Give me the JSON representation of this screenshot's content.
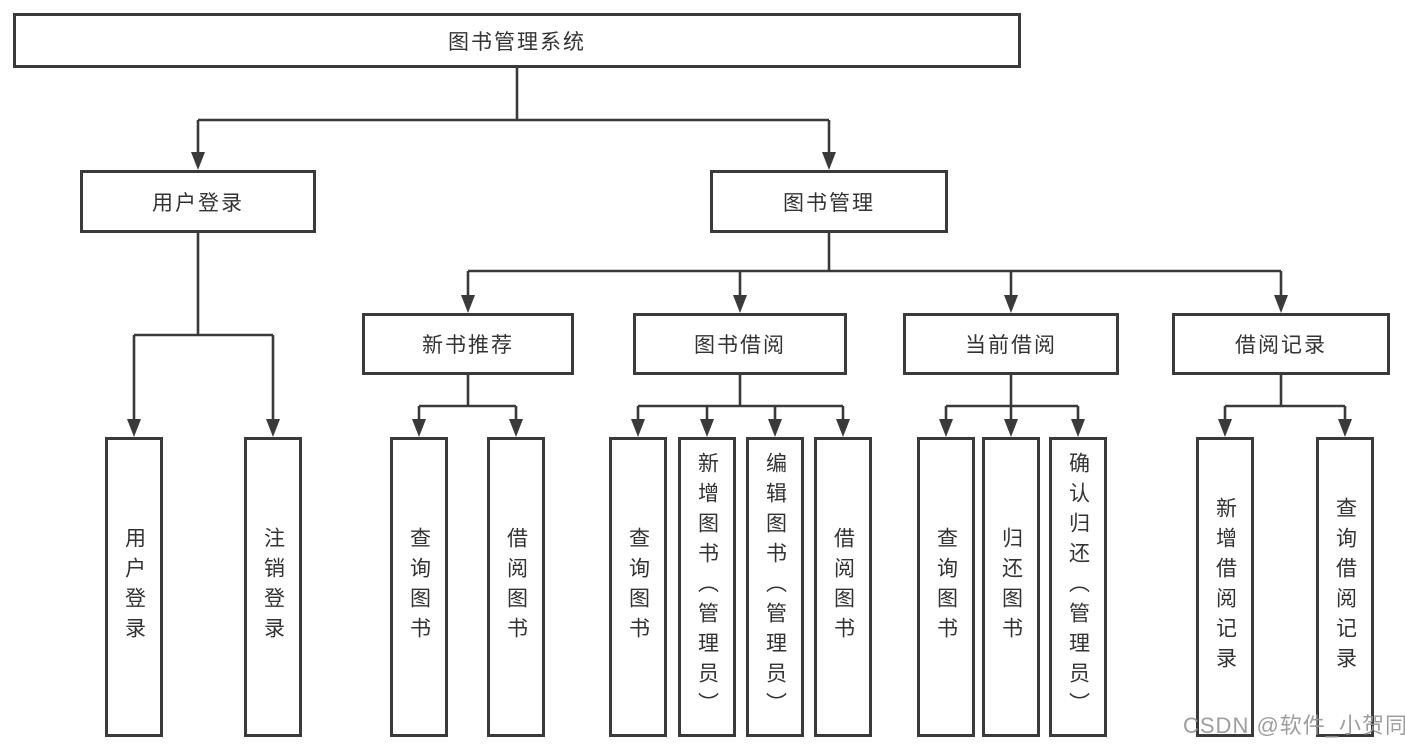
{
  "diagram": {
    "title": "图书管理系统",
    "tree": {
      "root": {
        "label": "图书管理系统",
        "children": [
          {
            "label": "用户登录",
            "children": [
              {
                "label": "用户登录"
              },
              {
                "label": "注销登录"
              }
            ]
          },
          {
            "label": "图书管理",
            "children": [
              {
                "label": "新书推荐",
                "children": [
                  {
                    "label": "查询图书"
                  },
                  {
                    "label": "借阅图书"
                  }
                ]
              },
              {
                "label": "图书借阅",
                "children": [
                  {
                    "label": "查询图书"
                  },
                  {
                    "label": "新增图书（管理员）"
                  },
                  {
                    "label": "编辑图书（管理员）"
                  },
                  {
                    "label": "借阅图书"
                  }
                ]
              },
              {
                "label": "当前借阅",
                "children": [
                  {
                    "label": "查询图书"
                  },
                  {
                    "label": "归还图书"
                  },
                  {
                    "label": "确认归还（管理员）"
                  }
                ]
              },
              {
                "label": "借阅记录",
                "children": [
                  {
                    "label": "新增借阅记录"
                  },
                  {
                    "label": "查询借阅记录"
                  }
                ]
              }
            ]
          }
        ]
      }
    },
    "colors": {
      "line": "#3a3a3a",
      "text": "#333333",
      "background": "#ffffff",
      "watermark": "#949494"
    },
    "watermark": "CSDN @软件_小贺同学"
  }
}
